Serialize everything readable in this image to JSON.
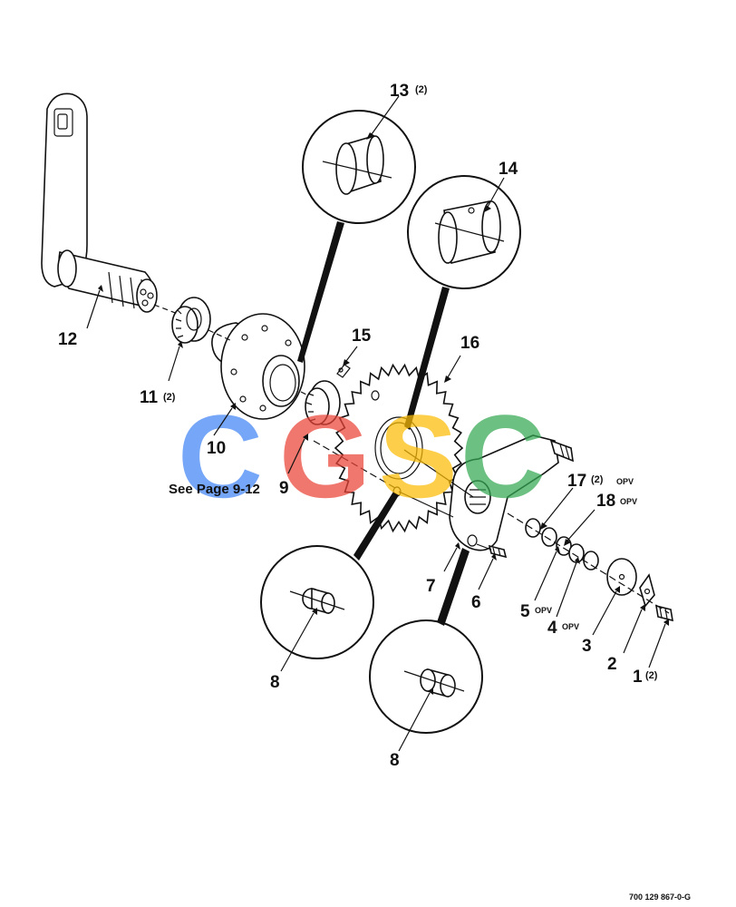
{
  "figure_id": "700 129 867-0-G",
  "reference_note": "See Page 9-12",
  "watermark": {
    "letters": [
      "C",
      "G",
      "S",
      "C"
    ],
    "colors": [
      "#4285F4",
      "#EA4335",
      "#FBBC05",
      "#34A853"
    ]
  },
  "callouts": {
    "p1": {
      "num": "1",
      "qty": "(2)"
    },
    "p2": {
      "num": "2"
    },
    "p3": {
      "num": "3"
    },
    "p4": {
      "num": "4",
      "note": "OPV"
    },
    "p5": {
      "num": "5",
      "note": "OPV"
    },
    "p6": {
      "num": "6"
    },
    "p7": {
      "num": "7"
    },
    "p8a": {
      "num": "8"
    },
    "p8b": {
      "num": "8"
    },
    "p9": {
      "num": "9"
    },
    "p10": {
      "num": "10"
    },
    "p11": {
      "num": "11",
      "qty": "(2)"
    },
    "p12": {
      "num": "12"
    },
    "p13": {
      "num": "13",
      "qty": "(2)"
    },
    "p14": {
      "num": "14"
    },
    "p15": {
      "num": "15"
    },
    "p16": {
      "num": "16"
    },
    "p17": {
      "num": "17",
      "qty": "(2)",
      "note": "OPV"
    },
    "p18": {
      "num": "18",
      "note": "OPV"
    }
  }
}
